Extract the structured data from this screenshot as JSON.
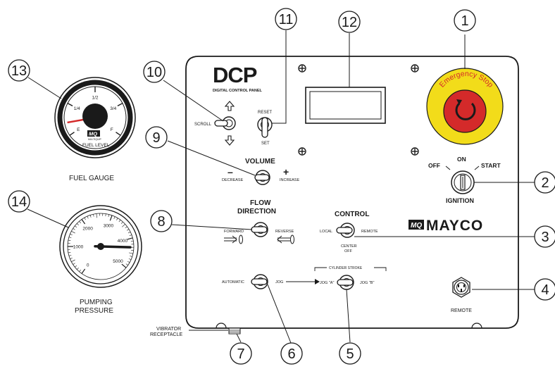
{
  "callouts": [
    "1",
    "2",
    "3",
    "4",
    "5",
    "6",
    "7",
    "8",
    "9",
    "10",
    "11",
    "12",
    "13",
    "14"
  ],
  "fuel_gauge": {
    "marks": [
      "E",
      "1/4",
      "1/2",
      "3/4",
      "F"
    ],
    "brand": "MQ",
    "brand_sub": "MULTIQUIP",
    "face_label": "FUEL LEVEL",
    "caption": "FUEL GAUGE",
    "needle_level": 0.1
  },
  "pressure_gauge": {
    "ticks": [
      "0",
      "1000",
      "2000",
      "3000",
      "4000",
      "5000"
    ],
    "caption_line1": "PUMPING",
    "caption_line2": "PRESSURE",
    "needle_value": 4300,
    "max": 5000
  },
  "panel": {
    "logo": "DCP",
    "logo_sub": "DIGITAL CONTROL PANEL",
    "scroll_label": "SCROLL",
    "reset_label": "RESET",
    "set_label": "SET",
    "volume_title": "VOLUME",
    "volume_minus": "–",
    "volume_plus": "+",
    "decrease_label": "DECREASE",
    "increase_label": "INCREASE",
    "flow_title_1": "FLOW",
    "flow_title_2": "DIRECTION",
    "forward_label": "FORWARD",
    "reverse_label": "REVERSE",
    "control_title": "CONTROL",
    "local_label": "LOCAL",
    "remote_label": "REMOTE",
    "center_label_1": "CENTER",
    "center_label_2": "OFF",
    "automatic_label": "AUTOMATIC",
    "jog_label": "JOG",
    "cylinder_stroke_label": "CYLINDER STROKE",
    "jog_a_label": "JOG \"A\"",
    "jog_b_label": "JOG \"B\"",
    "emergency_label": "Emergency Stop",
    "ignition_off": "OFF",
    "ignition_on": "ON",
    "ignition_start": "START",
    "ignition_label": "IGNITION",
    "brand_mq": "MQ",
    "brand_name": "MAYCO",
    "remote_receptacle_label": "REMOTE"
  },
  "vibrator": {
    "line1": "VIBRATOR",
    "line2": "RECEPTACLE"
  },
  "colors": {
    "estop_yellow": "#f2dc1a",
    "estop_red": "#d42a2a",
    "line": "#1a1a1a"
  }
}
